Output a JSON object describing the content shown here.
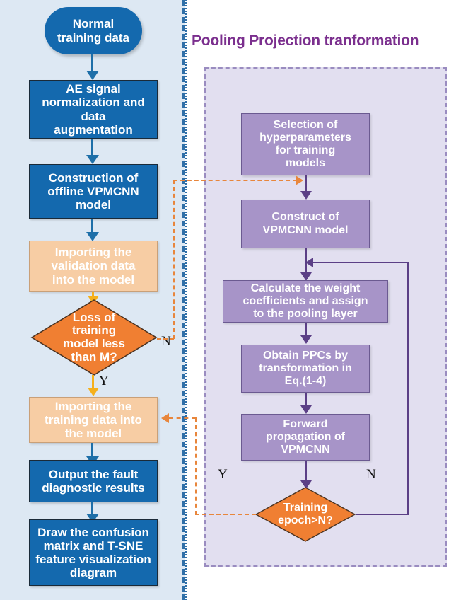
{
  "panels": {
    "right_title": "Pooling Projection tranformation"
  },
  "colors": {
    "left_panel_bg": "#dde8f3",
    "right_panel_bg": "#e2dff0",
    "blue_node": "#1469ae",
    "peach_node": "#f7cda4",
    "purple_node": "#a794c8",
    "orange_diamond": "#f07f32",
    "title_purple": "#7b2f8e",
    "blue_arrow": "#1e6fa8",
    "purple_arrow": "#5b3f86",
    "yellow_arrow": "#f5b01c",
    "orange_dashed": "#e8863c"
  },
  "left_flow": {
    "start": "Normal\ntraining data",
    "step1": "AE signal\nnormalization and\ndata\naugmentation",
    "step2": "Construction of\noffline VPMCNN\nmodel",
    "step3": "Importing the\nvalidation data\ninto the model",
    "decision": "Loss of\ntraining\nmodel less\nthan M?",
    "decision_yes": "Y",
    "decision_no": "N",
    "step4": "Importing the\ntraining data into\nthe model",
    "step5": "Output the fault\ndiagnostic results",
    "step6": "Draw the confusion\nmatrix and T-SNE\nfeature visualization\ndiagram"
  },
  "right_flow": {
    "step1": "Selection of\nhyperparameters\nfor training\nmodels",
    "step2": "Construct of\nVPMCNN model",
    "step3": "Calculate the weight\ncoefficients and assign\nto the pooling layer",
    "step4": "Obtain PPCs by\ntransformation in\nEq.(1-4)",
    "step5": "Forward\npropagation of\nVPMCNN",
    "decision": "Training\nepoch>N?",
    "decision_yes": "Y",
    "decision_no": "N"
  }
}
